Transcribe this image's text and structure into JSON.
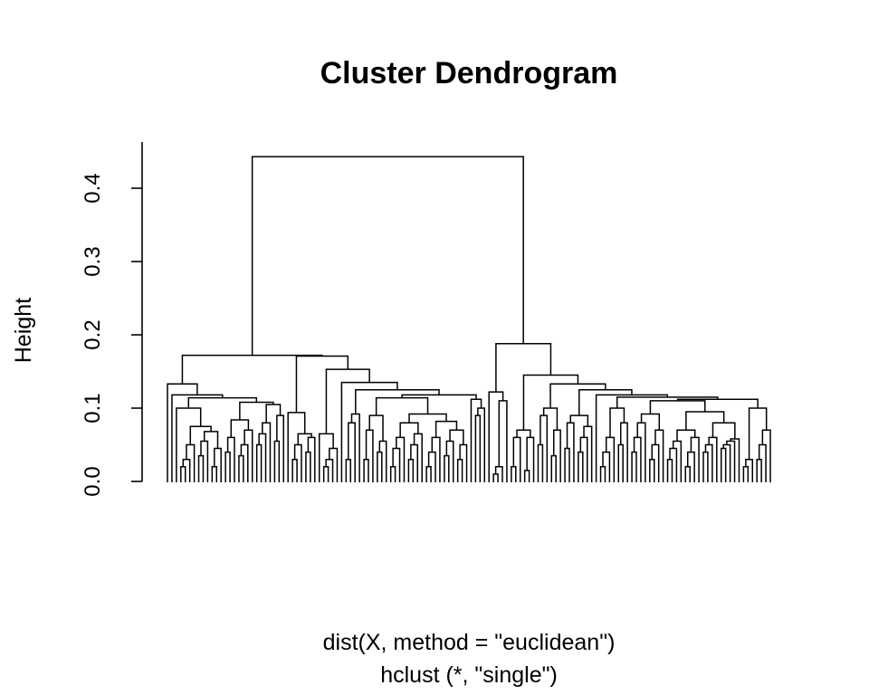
{
  "chart_data": {
    "type": "dendrogram",
    "title": "Cluster Dendrogram",
    "ylabel": "Height",
    "xlabel": "dist(X, method = \"euclidean\")",
    "sub": "hclust (*, \"single\")",
    "ylim": [
      0,
      0.45
    ],
    "yticks": [
      0.0,
      0.1,
      0.2,
      0.3,
      0.4
    ],
    "ytick_labels": [
      "0.0",
      "0.1",
      "0.2",
      "0.3",
      "0.4"
    ],
    "line_color": "#000000",
    "tree": [
      0.443,
      [
        0.172,
        [
          0.133,
          0,
          [
            0.118,
            0,
            [
              0.114,
              [
                0.1,
                0,
                [
                  0.075,
                  {
                    "l": [
                      0.02,
                      0.03,
                      0.05
                    ]
                  },
                  [
                    0.068,
                    {
                      "l": [
                        0.035,
                        0.055
                      ]
                    },
                    {
                      "l": [
                        0.02,
                        0.045
                      ]
                    }
                  ]
                ]
              ],
              [
                0.108,
                [
                  0.084,
                  {
                    "l": [
                      0.04,
                      0.06
                    ]
                  },
                  {
                    "l": [
                      0.035,
                      0.05,
                      0.07
                    ]
                  }
                ],
                [
                  0.105,
                  {
                    "l": [
                      0.05,
                      0.065,
                      0.08
                    ]
                  },
                  {
                    "l": [
                      0.055,
                      0.09
                    ]
                  }
                ]
              ]
            ]
          ]
        ],
        [
          0.171,
          [
            0.094,
            0,
            [
              0.065,
              {
                "l": [
                  0.03,
                  0.05
                ]
              },
              {
                "l": [
                  0.04,
                  0.06
                ]
              }
            ]
          ],
          [
            0.153,
            [
              0.065,
              0,
              {
                "l": [
                  0.02,
                  0.03,
                  0.045
                ]
              }
            ],
            [
              0.135,
              0,
              [
                0.125,
                [
                  0.092,
                  {
                    "l": [
                      0.03,
                      0.08
                    ]
                  },
                  0
                ],
                [
                  0.118,
                  [
                    0.114,
                    [
                      0.09,
                      {
                        "l": [
                          0.03,
                          0.07
                        ]
                      },
                      {
                        "l": [
                          0.04,
                          0.055
                        ]
                      }
                    ],
                    [
                      0.092,
                      [
                        0.08,
                        {
                          "l": [
                            0.02,
                            0.045,
                            0.06
                          ]
                        },
                        {
                          "l": [
                            0.03,
                            0.05,
                            0.065
                          ]
                        }
                      ],
                      [
                        0.082,
                        {
                          "l": [
                            0.02,
                            0.04,
                            0.06
                          ]
                        },
                        [
                          0.07,
                          {
                            "l": [
                              0.035,
                              0.055
                            ]
                          },
                          {
                            "l": [
                              0.03,
                              0.05
                            ]
                          }
                        ]
                      ]
                    ]
                  ],
                  [
                    0.112,
                    0,
                    {
                      "l": [
                        0.09,
                        0.1
                      ]
                    }
                  ]
                ]
              ]
            ]
          ]
        ]
      ],
      [
        0.188,
        [
          0.122,
          0,
          {
            "l": [
              0.01,
              0.02,
              0.11
            ]
          }
        ],
        [
          0.145,
          [
            0.07,
            {
              "l": [
                0.02,
                0.06
              ]
            },
            {
              "l": [
                0.015,
                0.06
              ]
            }
          ],
          [
            0.133,
            [
              0.1,
              {
                "l": [
                  0.05,
                  0.09
                ]
              },
              {
                "l": [
                  0.035,
                  0.07
                ]
              }
            ],
            [
              0.125,
              [
                0.09,
                {
                  "l": [
                    0.045,
                    0.08
                  ]
                },
                {
                  "l": [
                    0.04,
                    0.06,
                    0.075
                  ]
                }
              ],
              [
                0.118,
                0,
                [
                  0.115,
                  [
                    0.1,
                    {
                      "l": [
                        0.02,
                        0.04,
                        0.06
                      ]
                    },
                    {
                      "l": [
                        0.05,
                        0.08
                      ]
                    }
                  ],
                  [
                    0.112,
                    [
                      0.11,
                      [
                        0.092,
                        {
                          "l": [
                            0.04,
                            0.06,
                            0.08
                          ]
                        },
                        {
                          "l": [
                            0.03,
                            0.05,
                            0.07
                          ]
                        }
                      ],
                      [
                        0.095,
                        [
                          0.07,
                          {
                            "l": [
                              0.03,
                              0.045,
                              0.055
                            ]
                          },
                          {
                            "l": [
                              0.02,
                              0.04,
                              0.06
                            ]
                          }
                        ],
                        [
                          0.08,
                          {
                            "l": [
                              0.04,
                              0.05,
                              0.06
                            ]
                          },
                          {
                            "l": [
                              0.045,
                              0.05,
                              0.055,
                              0.058
                            ]
                          }
                        ]
                      ]
                    ],
                    [
                      0.1,
                      {
                        "l": [
                          0.02,
                          0.03
                        ]
                      },
                      {
                        "l": [
                          0.03,
                          0.05,
                          0.07
                        ]
                      }
                    ]
                  ]
                ]
              ]
            ]
          ]
        ]
      ]
    ]
  }
}
